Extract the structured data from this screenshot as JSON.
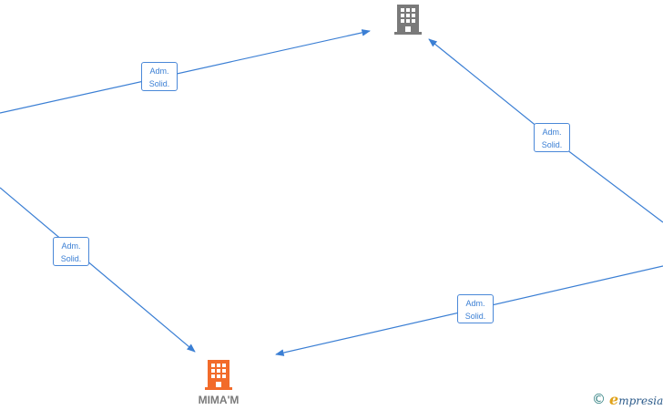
{
  "colors": {
    "edge": "#3b7fd4",
    "node_company_gray": "#7a7a7a",
    "node_company_orange": "#f26b2a",
    "label_text": "#3b7fd4",
    "watermark_teal": "#2b7d7e"
  },
  "nodes": [
    {
      "id": "company-top",
      "icon": "building-icon",
      "color": "#7a7a7a",
      "label": ""
    },
    {
      "id": "company-mimam",
      "icon": "building-icon",
      "color": "#f26b2a",
      "label": "MIMA'M"
    }
  ],
  "edges": [
    {
      "id": "left-upper-to-top",
      "label_line1": "Adm.",
      "label_line2": "Solid."
    },
    {
      "id": "right-to-top",
      "label_line1": "Adm.",
      "label_line2": "Solid."
    },
    {
      "id": "left-lower-to-mimam",
      "label_line1": "Adm.",
      "label_line2": "Solid."
    },
    {
      "id": "right-to-mimam",
      "label_line1": "Adm.",
      "label_line2": "Solid."
    }
  ],
  "watermark": {
    "symbol": "©",
    "brand_initial": "e",
    "brand_rest": "mpresia"
  }
}
